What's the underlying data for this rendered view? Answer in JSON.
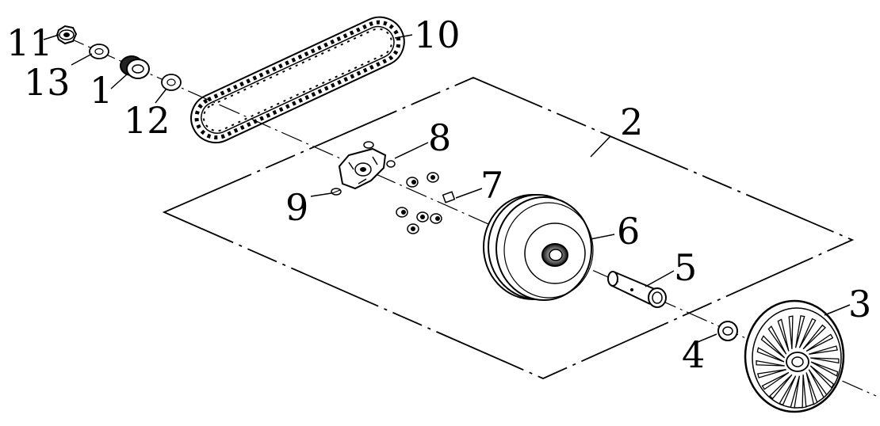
{
  "diagram": {
    "callouts": [
      {
        "id": "11",
        "label": "11"
      },
      {
        "id": "13",
        "label": "13"
      },
      {
        "id": "1",
        "label": "1"
      },
      {
        "id": "12",
        "label": "12"
      },
      {
        "id": "10",
        "label": "10"
      },
      {
        "id": "2",
        "label": "2"
      },
      {
        "id": "8",
        "label": "8"
      },
      {
        "id": "7",
        "label": "7"
      },
      {
        "id": "9",
        "label": "9"
      },
      {
        "id": "6",
        "label": "6"
      },
      {
        "id": "5",
        "label": "5"
      },
      {
        "id": "3",
        "label": "3"
      },
      {
        "id": "4",
        "label": "4"
      }
    ]
  }
}
